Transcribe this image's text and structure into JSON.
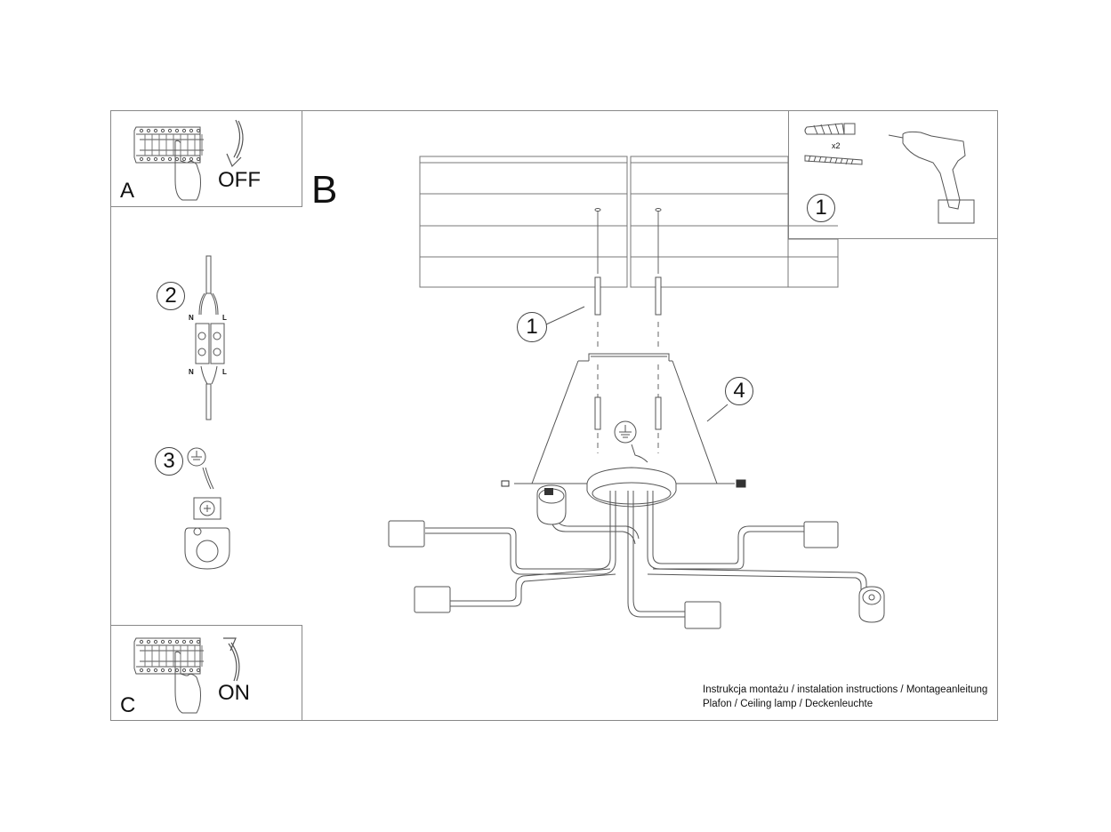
{
  "document": {
    "type": "installation-instructions",
    "footer": {
      "line1": "Instrukcja montażu / instalation instructions / Montageanleitung",
      "line2": "Plafon / Ceiling lamp / Deckenleuchte"
    }
  },
  "steps": {
    "a": {
      "letter": "A",
      "action": "OFF",
      "icon": "circuit-breaker-icon",
      "arrow": "arrow-down-icon"
    },
    "b": {
      "letter": "B"
    },
    "c": {
      "letter": "C",
      "action": "ON",
      "icon": "circuit-breaker-icon",
      "arrow": "arrow-up-icon"
    }
  },
  "tools_panel": {
    "number": "1",
    "quantity": "x2",
    "items": [
      "wall-plug-icon",
      "screw-icon",
      "drill-icon"
    ]
  },
  "callouts": {
    "wiring": {
      "number": "2",
      "labels_top": [
        "N",
        "L"
      ],
      "labels_bottom": [
        "N",
        "L"
      ]
    },
    "ground": {
      "number": "3",
      "symbol": "ground-symbol-icon"
    },
    "screws": {
      "number": "1"
    },
    "lamp": {
      "number": "4"
    }
  }
}
